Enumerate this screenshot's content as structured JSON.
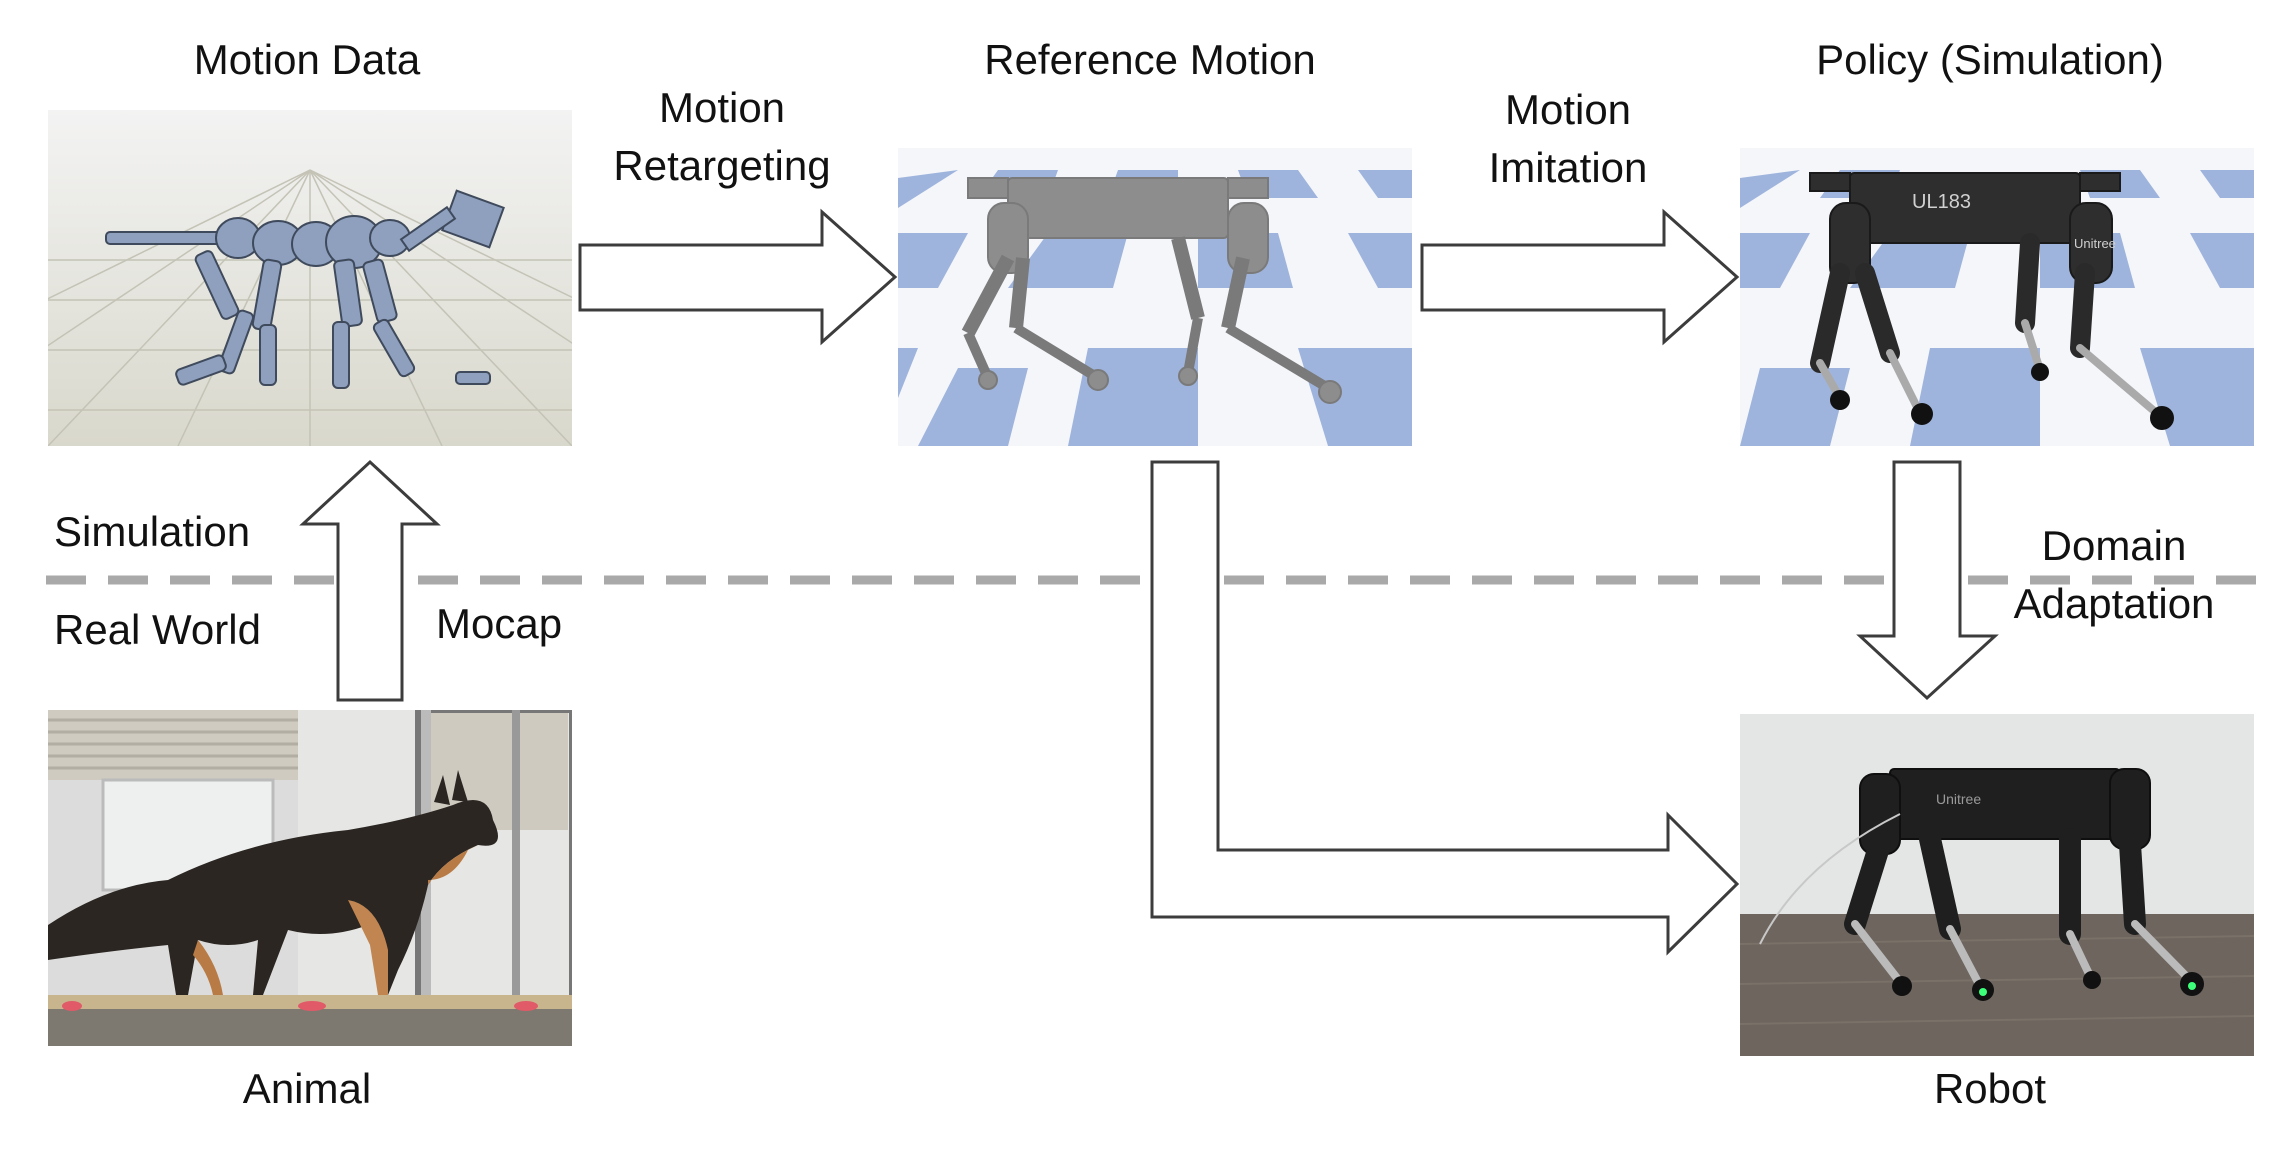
{
  "titles": {
    "motion_data": "Motion Data",
    "reference_motion": "Reference Motion",
    "policy": "Policy (Simulation)",
    "animal": "Animal",
    "robot": "Robot"
  },
  "arrows": {
    "retargeting_line1": "Motion",
    "retargeting_line2": "Retargeting",
    "imitation_line1": "Motion",
    "imitation_line2": "Imitation",
    "mocap": "Mocap",
    "domain_adaptation_line1": "Domain",
    "domain_adaptation_line2": "Adaptation"
  },
  "zones": {
    "simulation": "Simulation",
    "real_world": "Real World"
  },
  "images": {
    "motion_data": "simulated-skeleton-dog",
    "reference_motion": "gray-quadruped-robot-on-checkerboard",
    "policy": "black-quadruped-robot-on-checkerboard",
    "animal": "german-shepherd-on-treadmill",
    "robot": "real-quadruped-robot"
  },
  "robot_marks": {
    "policy_body_text": "UL183",
    "leg_text": "Unitree"
  },
  "colors": {
    "checker_blue": "#9fb4dc",
    "checker_white": "#e8ecf3",
    "sky": "#f4f6fa",
    "divider": "#a9a9a9",
    "arrow_stroke": "#3c3c3c"
  }
}
